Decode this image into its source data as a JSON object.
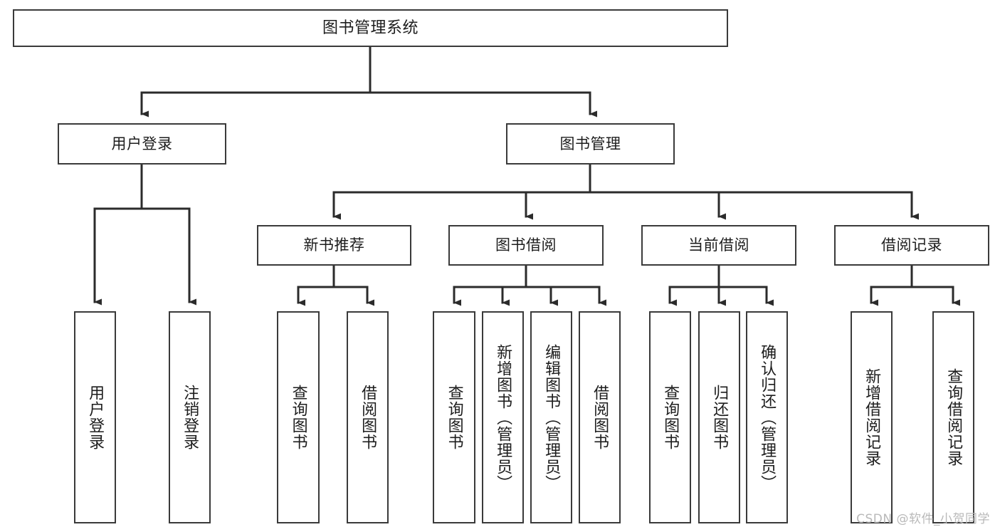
{
  "diagram": {
    "title": "图书管理系统",
    "type": "tree",
    "colors": {
      "border": "#3a3a3a",
      "background": "#ffffff",
      "text": "#1d1d1d",
      "edge": "#2b2b2b",
      "watermark": "#b9b9b9"
    },
    "watermark": "CSDN @软件_小贺同学",
    "nodes": {
      "root": {
        "label": "图书管理系统"
      },
      "level2": [
        {
          "id": "user-login",
          "label": "用户登录"
        },
        {
          "id": "book-manage",
          "label": "图书管理"
        }
      ],
      "level3": [
        {
          "id": "new-book-recommend",
          "label": "新书推荐"
        },
        {
          "id": "book-borrow",
          "label": "图书借阅"
        },
        {
          "id": "current-borrow",
          "label": "当前借阅"
        },
        {
          "id": "borrow-record",
          "label": "借阅记录"
        }
      ],
      "leaves": [
        {
          "id": "leaf-user-login",
          "label": "用户登录",
          "parent": "user-login"
        },
        {
          "id": "leaf-logout-login",
          "label": "注销登录",
          "parent": "user-login"
        },
        {
          "id": "leaf-query-book-1",
          "label": "查询图书",
          "parent": "new-book-recommend"
        },
        {
          "id": "leaf-borrow-book-1",
          "label": "借阅图书",
          "parent": "new-book-recommend"
        },
        {
          "id": "leaf-query-book-2",
          "label": "查询图书",
          "parent": "book-borrow"
        },
        {
          "id": "leaf-add-book",
          "label": "新增图书（管理员）",
          "parent": "book-borrow"
        },
        {
          "id": "leaf-edit-book",
          "label": "编辑图书（管理员）",
          "parent": "book-borrow"
        },
        {
          "id": "leaf-borrow-book-2",
          "label": "借阅图书",
          "parent": "book-borrow"
        },
        {
          "id": "leaf-query-book-3",
          "label": "查询图书",
          "parent": "current-borrow"
        },
        {
          "id": "leaf-return-book",
          "label": "归还图书",
          "parent": "current-borrow"
        },
        {
          "id": "leaf-confirm-return",
          "label": "确认归还（管理员）",
          "parent": "current-borrow"
        },
        {
          "id": "leaf-add-borrow-record",
          "label": "新增借阅记录",
          "parent": "borrow-record"
        },
        {
          "id": "leaf-query-borrow-record",
          "label": "查询借阅记录",
          "parent": "borrow-record"
        }
      ]
    }
  }
}
